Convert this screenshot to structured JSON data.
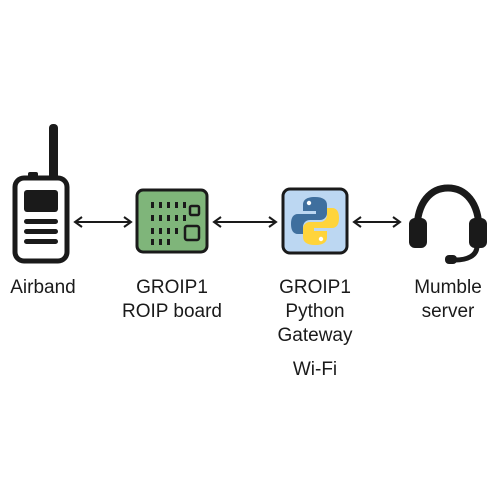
{
  "nodes": {
    "radio": {
      "label": "Airband",
      "icon": "handheld-radio-icon"
    },
    "roip_board": {
      "label_line1": "GROIP1",
      "label_line2": "ROIP board",
      "icon": "circuit-board-icon",
      "color": "#7fb57a"
    },
    "python_gateway": {
      "label_line1": "GROIP1",
      "label_line2": "Python",
      "label_line3": "Gateway",
      "icon": "python-logo-icon",
      "color": "#bcd7f2"
    },
    "mumble_server": {
      "label_line1": "Mumble",
      "label_line2": "server",
      "icon": "headset-icon"
    }
  },
  "connection_note": "Wi-Fi",
  "links": [
    {
      "from": "radio",
      "to": "roip_board",
      "type": "bidirectional"
    },
    {
      "from": "roip_board",
      "to": "python_gateway",
      "type": "bidirectional"
    },
    {
      "from": "python_gateway",
      "to": "mumble_server",
      "type": "bidirectional"
    }
  ],
  "colors": {
    "stroke": "#1a1a1a",
    "board_green": "#7fb57a",
    "python_bg": "#bcd7f2",
    "python_blue": "#3f6f9e",
    "python_yellow": "#ffd43b"
  }
}
